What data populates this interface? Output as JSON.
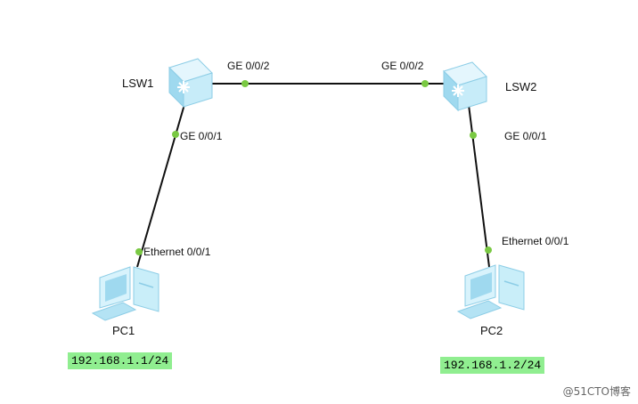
{
  "devices": {
    "lsw1": {
      "name": "LSW1"
    },
    "lsw2": {
      "name": "LSW2"
    },
    "pc1": {
      "name": "PC1",
      "ip": "192.168.1.1/24"
    },
    "pc2": {
      "name": "PC2",
      "ip": "192.168.1.2/24"
    }
  },
  "ports": {
    "lsw1_ge002": "GE 0/0/2",
    "lsw2_ge002": "GE 0/0/2",
    "lsw1_ge001": "GE 0/0/1",
    "lsw2_ge001": "GE 0/0/1",
    "pc1_eth": "Ethernet 0/0/1",
    "pc2_eth": "Ethernet 0/0/1"
  },
  "colors": {
    "link": "#111111",
    "port_dot": "#7ac943",
    "switch_fill": "#bfe9f7",
    "ip_bg": "#90ee90"
  },
  "watermark": "@51CTO博客"
}
